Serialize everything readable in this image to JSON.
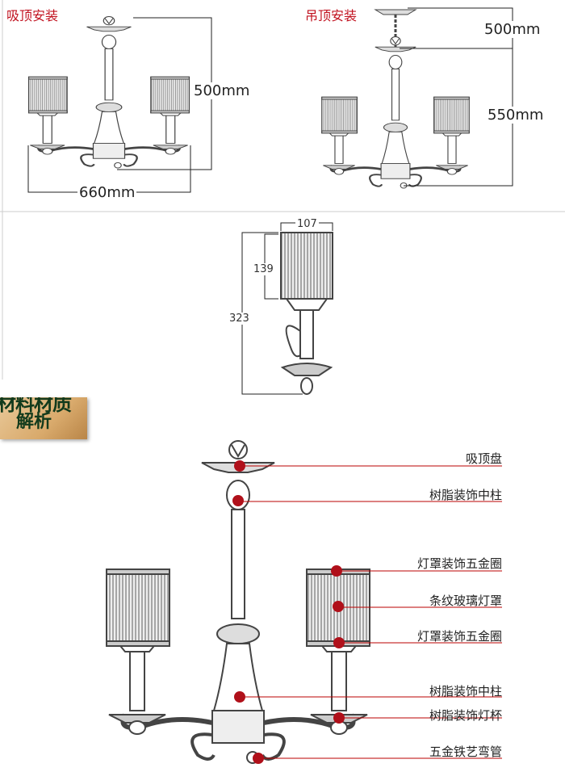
{
  "ceiling_mount": {
    "title": "吸顶安装",
    "height": "500mm",
    "width": "660mm"
  },
  "pendant_mount": {
    "title": "吊顶安装",
    "chain": "500mm",
    "height": "550mm"
  },
  "shade_detail": {
    "width": "107",
    "shade_height": "139",
    "total_height": "323"
  },
  "badge": {
    "line1": "材料材质",
    "line2": "解析"
  },
  "parts": [
    {
      "label": "吸顶盘"
    },
    {
      "label": "树脂装饰中柱"
    },
    {
      "label": "灯罩装饰五金圈"
    },
    {
      "label": "条纹玻璃灯罩"
    },
    {
      "label": "灯罩装饰五金圈"
    },
    {
      "label": "树脂装饰中柱"
    },
    {
      "label": "树脂装饰灯杯"
    },
    {
      "label": "五金铁艺弯管"
    }
  ],
  "colors": {
    "accent": "#c1121f",
    "line": "#333333"
  }
}
